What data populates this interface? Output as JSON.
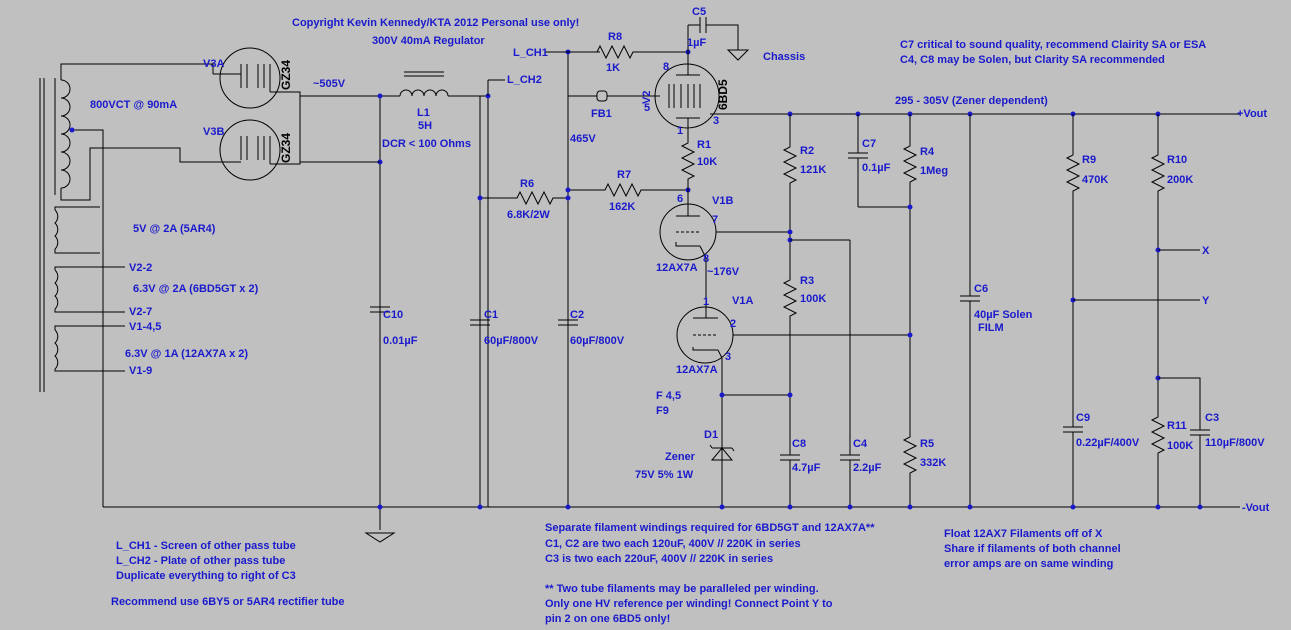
{
  "copyright": "Copyright Kevin Kennedy/KTA 2012 Personal use only!",
  "regulator": "300V 40mA Regulator",
  "chassis": "Chassis",
  "rail_note": "295 - 305V (Zener dependent)",
  "notes_top_right": [
    "C7 critical to sound quality, recommend Clairity SA or ESA",
    "C4, C8 may be Solen, but Clarity SA recommended"
  ],
  "notes_bottom_left": [
    "L_CH1 - Screen of other pass tube",
    "L_CH2 - Plate of other pass tube",
    "Duplicate everything to right of C3"
  ],
  "rectifier_note": "Recommend use 6BY5 or 5AR4 rectifier tube",
  "notes_bottom_center": [
    "Separate filament windings required for 6BD5GT and 12AX7A**",
    "C1, C2 are two each 120uF, 400V // 220K in series",
    "C3 is two each 220uF, 400V // 220K in series"
  ],
  "notes_footnote": [
    "** Two tube filaments may be paralleled per winding.",
    "Only one HV reference per winding! Connect Point Y to",
    "pin 2 on one 6BD5 only!"
  ],
  "notes_bottom_right": [
    "Float 12AX7 Filaments off of X",
    "Share if filaments of both channel",
    "error amps are on same winding"
  ],
  "transformer": {
    "hv": "800VCT @ 90mA",
    "w5v": "5V @ 2A (5AR4)",
    "w63a": "6.3V @ 2A (6BD5GT x 2)",
    "w63b": "6.3V @ 1A (12AX7A x 2)",
    "taps": [
      "V2-2",
      "V2-7",
      "V1-4,5",
      "V1-9"
    ]
  },
  "tubes": {
    "v3a": "V3A",
    "v3b": "V3B",
    "gz34": "GZ34",
    "v2": "V2",
    "v2type": "6BD5",
    "v1b": "V1B",
    "v1a": "V1A",
    "ax7": "12AX7A"
  },
  "pins": {
    "v2_8": "8",
    "v2_5": "5",
    "v2_1": "1",
    "v2_3": "3",
    "v1b_6": "6",
    "v1b_7": "7",
    "v1b_8": "8",
    "v1a_1": "1",
    "v1a_2": "2",
    "v1a_3": "3"
  },
  "voltages": {
    "v505": "~505V",
    "v465": "465V",
    "v176": "~176V"
  },
  "nets": {
    "lch1": "L_CH1",
    "lch2": "L_CH2",
    "vout_p": "+Vout",
    "vout_n": "-Vout",
    "x": "X",
    "y": "Y"
  },
  "inductor": {
    "name": "L1",
    "value": "5H",
    "dcr": "DCR < 100 Ohms"
  },
  "fb": "FB1",
  "filament": {
    "f45": "F 4,5",
    "f9": "F9"
  },
  "zener": {
    "name": "D1",
    "label": "Zener",
    "value": "75V 5% 1W"
  },
  "resistors": [
    {
      "name": "R8",
      "value": "1K"
    },
    {
      "name": "R1",
      "value": "10K"
    },
    {
      "name": "R6",
      "value": "6.8K/2W"
    },
    {
      "name": "R7",
      "value": "162K"
    },
    {
      "name": "R2",
      "value": "121K"
    },
    {
      "name": "R3",
      "value": "100K"
    },
    {
      "name": "R4",
      "value": "1Meg"
    },
    {
      "name": "R5",
      "value": "332K"
    },
    {
      "name": "R9",
      "value": "470K"
    },
    {
      "name": "R10",
      "value": "200K"
    },
    {
      "name": "R11",
      "value": "100K"
    }
  ],
  "capacitors": [
    {
      "name": "C10",
      "value": "0.01µF"
    },
    {
      "name": "C1",
      "value": "60µF/800V"
    },
    {
      "name": "C2",
      "value": "60µF/800V"
    },
    {
      "name": "C3",
      "value": "110µF/800V"
    },
    {
      "name": "C7",
      "value": "0.1µF"
    },
    {
      "name": "C6",
      "value": "40µF Solen",
      "extra": "FILM"
    },
    {
      "name": "C8",
      "value": "4.7µF"
    },
    {
      "name": "C4",
      "value": "2.2µF"
    },
    {
      "name": "C9",
      "value": "0.22µF/400V"
    },
    {
      "name": "C5",
      "value": "1µF"
    }
  ]
}
